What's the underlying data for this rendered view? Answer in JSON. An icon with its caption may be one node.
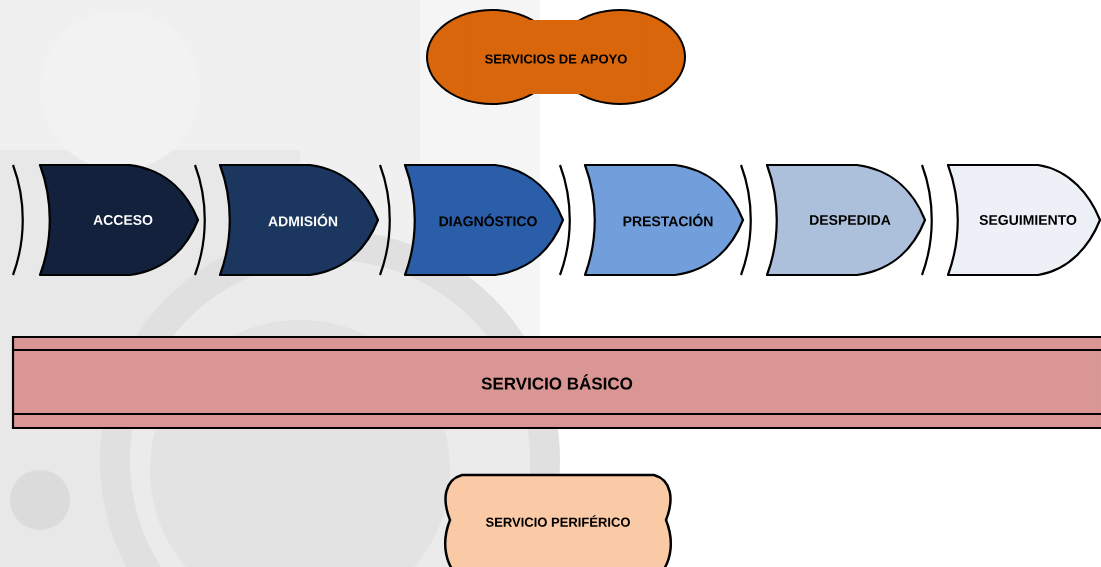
{
  "diagram": {
    "nodes": [
      {
        "text": [
          "SERVICIOS DE APOYO"
        ]
      },
      {
        "text": [
          "ACCESO"
        ]
      },
      {
        "text": [
          "ADMISIÓN"
        ]
      },
      {
        "text": [
          "DIAGNÓSTICO"
        ]
      },
      {
        "text": [
          "PRESTACIÓN"
        ]
      },
      {
        "text": [
          "DESPEDIDA"
        ]
      },
      {
        "text": [
          "SEGUIMIENTO"
        ]
      },
      {
        "text": [
          "SERVICIO BÁSICO"
        ]
      },
      {
        "text": [
          "SERVICIO PERIFÉRICO"
        ]
      }
    ]
  }
}
